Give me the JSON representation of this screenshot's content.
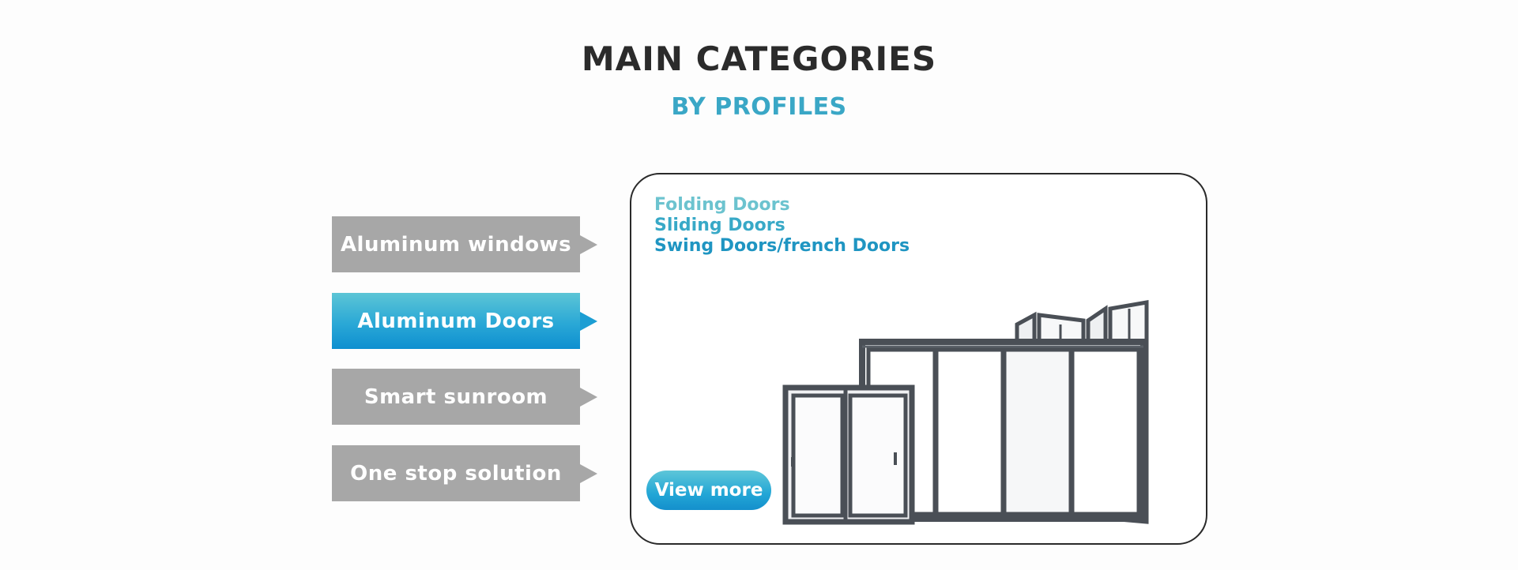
{
  "header": {
    "title": "MAIN CATEGORIES",
    "subtitle": "BY PROFILES"
  },
  "categories": [
    {
      "label": "Aluminum windows",
      "active": false
    },
    {
      "label": "Aluminum Doors",
      "active": true
    },
    {
      "label": "Smart sunroom",
      "active": false
    },
    {
      "label": "One stop solution",
      "active": false
    }
  ],
  "panel": {
    "subcategories": [
      {
        "label": "Folding Doors",
        "color": "#6cc3cf"
      },
      {
        "label": "Sliding Doors",
        "color": "#38a9c7"
      },
      {
        "label": "Swing Doors/french Doors",
        "color": "#1f95c2"
      }
    ],
    "view_more_label": "View more",
    "image_subject": "aluminum-doors-product-image"
  },
  "colors": {
    "accent_blue": "#1c9ed3",
    "inactive_gray": "#a7a7a7",
    "frame_dark": "#4a4f56"
  }
}
